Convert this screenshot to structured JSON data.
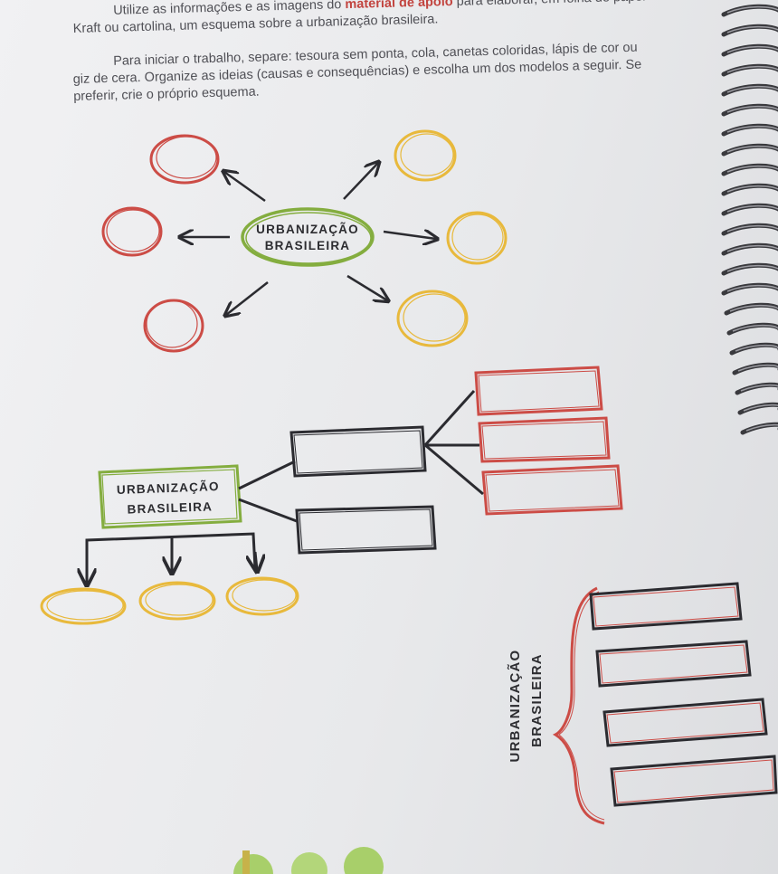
{
  "instructions": {
    "p1_pre": "Utilize as informações e as imagens do ",
    "p1_highlight": "material de apoio",
    "p1_post": " para elaborar, em folha de papel Kraft ou cartolina, um esquema sobre a urbanização brasileira.",
    "p2": "Para iniciar o trabalho, separe: tesoura sem ponta, cola, canetas coloridas, lápis de cor ou giz de cera. Organize as ideias (causas e consequências) e escolha um dos modelos a seguir. Se preferir, crie o próprio esquema."
  },
  "model1": {
    "center_line1": "URBANIZAÇÃO",
    "center_line2": "BRASILEIRA"
  },
  "model2": {
    "center_line1": "URBANIZAÇÃO",
    "center_line2": "BRASILEIRA"
  },
  "model3": {
    "center_line1": "URBANIZAÇÃO",
    "center_line2": "BRASILEIRA"
  },
  "colors": {
    "red": "#cc4c46",
    "yellow": "#e8b93c",
    "green": "#84ad3f",
    "dark": "#2b2b30",
    "text": "#505056",
    "highlight": "#c2443f"
  }
}
